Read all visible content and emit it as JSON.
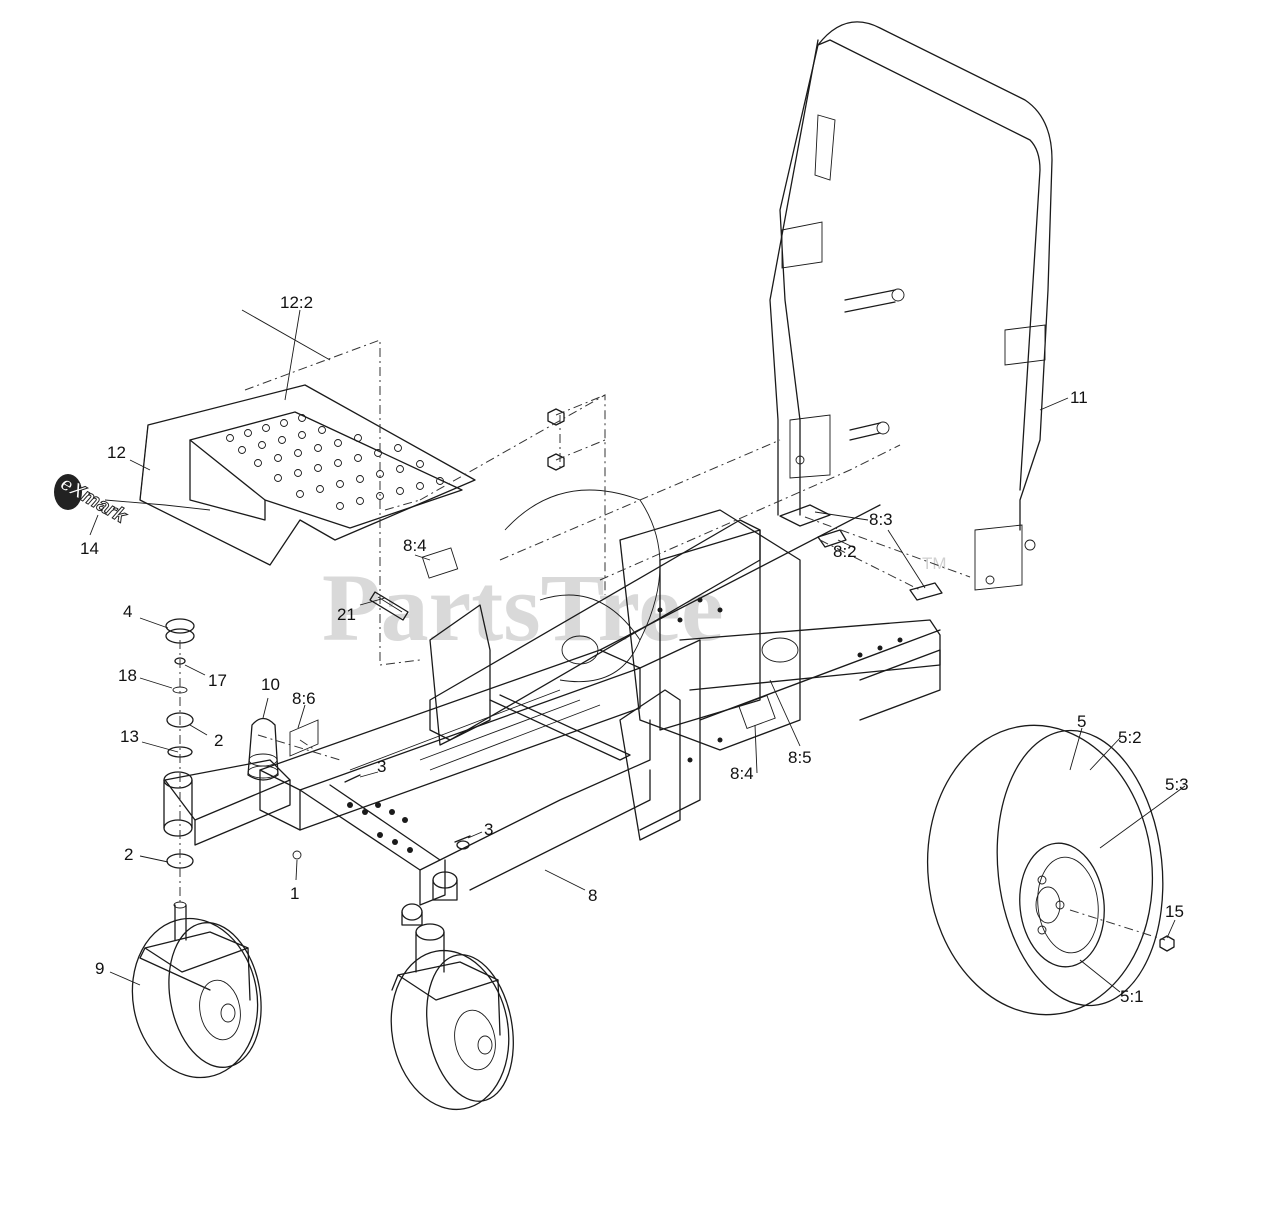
{
  "watermark": {
    "text": "PartsTree",
    "trademark": "TM"
  },
  "logo_text": "eXmark",
  "callouts": [
    {
      "id": "12_2",
      "text": "12:2"
    },
    {
      "id": "12",
      "text": "12"
    },
    {
      "id": "14",
      "text": "14"
    },
    {
      "id": "8_4_top",
      "text": "8:4"
    },
    {
      "id": "21",
      "text": "21"
    },
    {
      "id": "4",
      "text": "4"
    },
    {
      "id": "17",
      "text": "17"
    },
    {
      "id": "18",
      "text": "18"
    },
    {
      "id": "10",
      "text": "10"
    },
    {
      "id": "8_6",
      "text": "8:6"
    },
    {
      "id": "13",
      "text": "13"
    },
    {
      "id": "2_top",
      "text": "2"
    },
    {
      "id": "3_a",
      "text": "3"
    },
    {
      "id": "3_b",
      "text": "3"
    },
    {
      "id": "2_bottom",
      "text": "2"
    },
    {
      "id": "1",
      "text": "1"
    },
    {
      "id": "8",
      "text": "8"
    },
    {
      "id": "9",
      "text": "9"
    },
    {
      "id": "11",
      "text": "11"
    },
    {
      "id": "8_3",
      "text": "8:3"
    },
    {
      "id": "8_2",
      "text": "8:2"
    },
    {
      "id": "8_4_bottom",
      "text": "8:4"
    },
    {
      "id": "8_5",
      "text": "8:5"
    },
    {
      "id": "5",
      "text": "5"
    },
    {
      "id": "5_2",
      "text": "5:2"
    },
    {
      "id": "5_3",
      "text": "5:3"
    },
    {
      "id": "15",
      "text": "15"
    },
    {
      "id": "5_1",
      "text": "5:1"
    }
  ]
}
